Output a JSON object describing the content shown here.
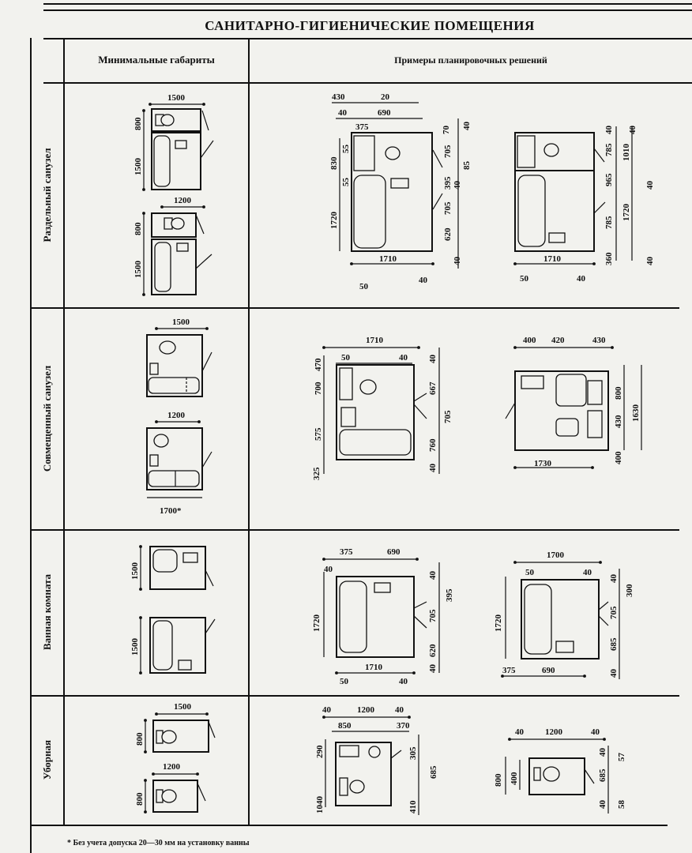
{
  "title": "САНИТАРНО-ГИГИЕНИЧЕСКИЕ ПОМЕЩЕНИЯ",
  "columns": {
    "min": "Минимальные габариты",
    "examples": "Примеры планировочных решений"
  },
  "rows": [
    {
      "label": "Раздельный санузел"
    },
    {
      "label": "Совмещенный санузел"
    },
    {
      "label": "Ванная комната"
    },
    {
      "label": "Уборная"
    }
  ],
  "dims": {
    "r1_min_a": "1500",
    "r1_min_b": "1200",
    "r1_min_800a": "800",
    "r1_min_1500a": "1500",
    "r1_min_800b": "800",
    "r1_min_1500b": "1500",
    "r1_ex1": [
      "430",
      "20",
      "40",
      "690",
      "375",
      "830",
      "55",
      "55",
      "1720",
      "70",
      "40",
      "705",
      "395",
      "40",
      "85",
      "705",
      "620",
      "40",
      "1710",
      "50",
      "40"
    ],
    "r1_ex2": [
      "40",
      "40",
      "785",
      "1010",
      "965",
      "40",
      "1720",
      "785",
      "360",
      "40",
      "1710",
      "50",
      "40"
    ],
    "r2_min_a": "1500",
    "r2_min_b": "1200",
    "r2_min_c": "1700*",
    "r2_ex1": [
      "1710",
      "50",
      "40",
      "470",
      "700",
      "575",
      "325",
      "40",
      "667",
      "705",
      "760",
      "40"
    ],
    "r2_ex2": [
      "400",
      "420",
      "430",
      "800",
      "430",
      "1630",
      "400",
      "1730"
    ],
    "r3_min": [
      "1500",
      "1500"
    ],
    "r3_ex1": [
      "375",
      "690",
      "40",
      "1720",
      "40",
      "395",
      "705",
      "620",
      "40",
      "1710",
      "50",
      "40"
    ],
    "r3_ex2": [
      "1700",
      "50",
      "40",
      "40",
      "1720",
      "705",
      "300",
      "685",
      "40",
      "375",
      "690"
    ],
    "r4_min": [
      "1500",
      "800",
      "1200",
      "800"
    ],
    "r4_ex1": [
      "40",
      "1200",
      "40",
      "850",
      "370",
      "290",
      "1040",
      "305",
      "685",
      "410"
    ],
    "r4_ex2": [
      "40",
      "1200",
      "40",
      "800",
      "400",
      "40",
      "685",
      "57",
      "40",
      "58"
    ]
  },
  "footnote": "* Без учета допуска 20—30 мм на установку ванны"
}
